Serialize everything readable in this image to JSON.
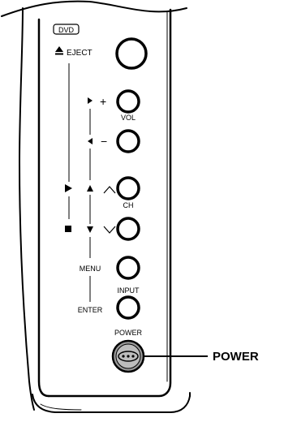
{
  "panel": {
    "badge": "DVD",
    "eject_label": "EJECT",
    "vol_label": "VOL",
    "ch_label": "CH",
    "menu_label": "MENU",
    "input_label": "INPUT",
    "enter_label": "ENTER",
    "power_label": "POWER",
    "vol_plus": "+",
    "vol_minus": "−"
  },
  "callout": {
    "power": "POWER"
  }
}
